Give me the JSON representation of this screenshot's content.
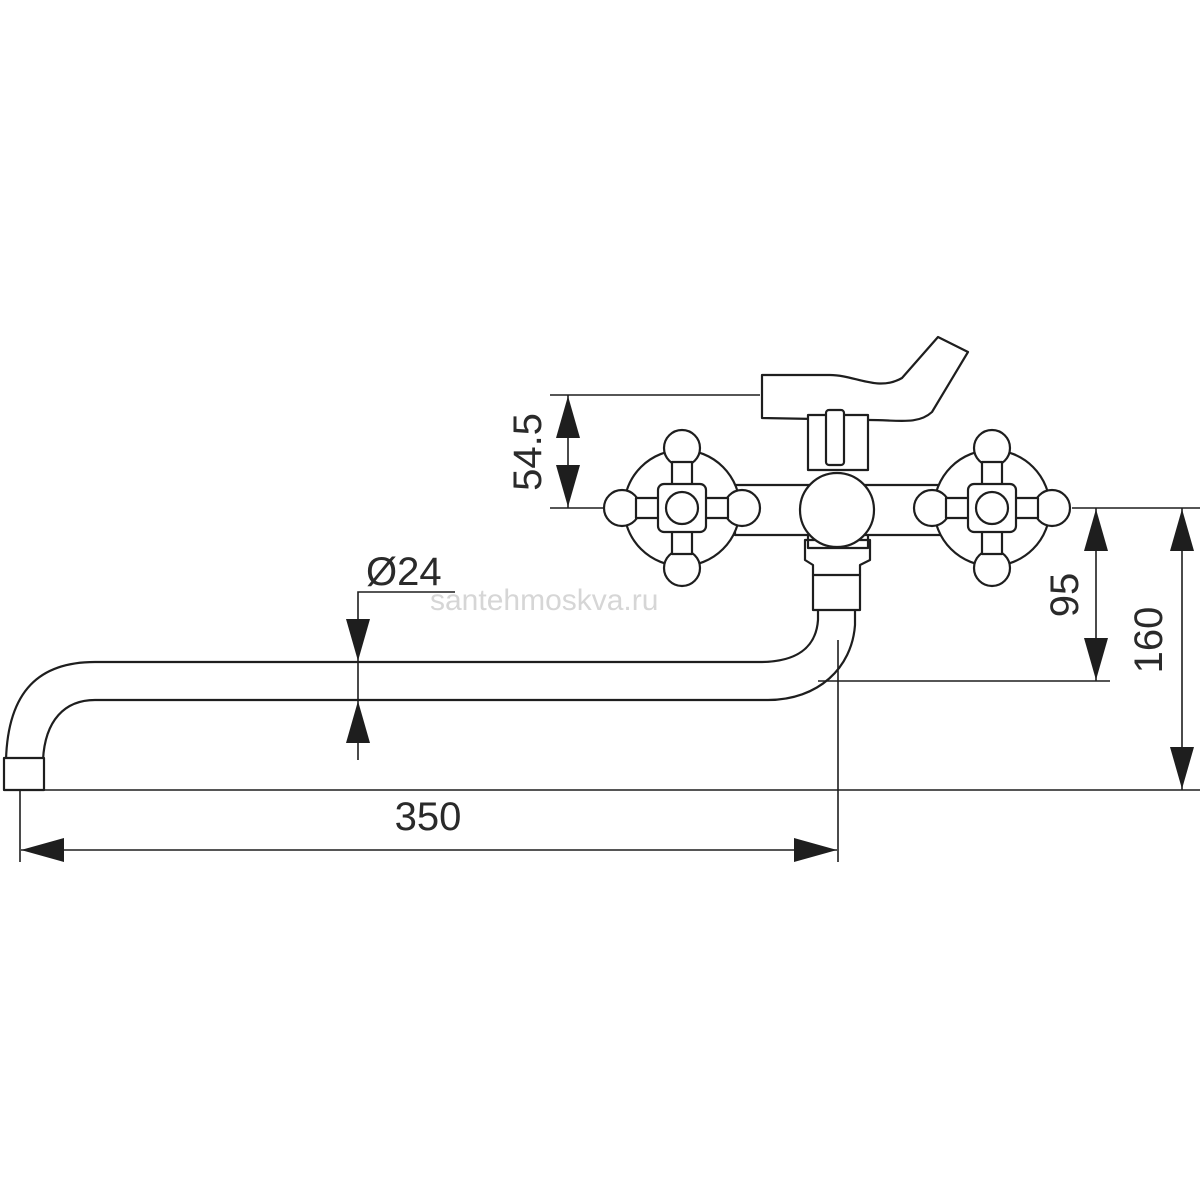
{
  "watermark": "santehmoskva.ru",
  "dimensions": {
    "lever_height": "54.5",
    "diameter": "Ø24",
    "outlet_height": "95",
    "total_height": "160",
    "spout_length": "350"
  }
}
